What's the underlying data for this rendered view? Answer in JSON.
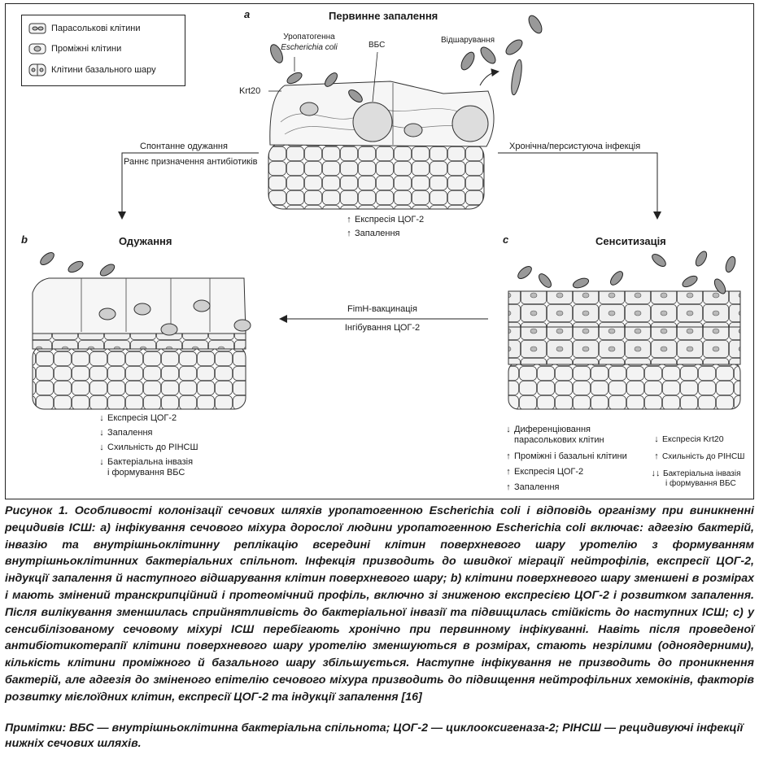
{
  "legend": {
    "items": [
      {
        "label": "Парасолькові клітини"
      },
      {
        "label": "Проміжні клітини"
      },
      {
        "label": "Клітини базального шару"
      }
    ]
  },
  "panel_a": {
    "letter": "a",
    "title": "Первинне запалення",
    "upec_line1": "Уропатогенна",
    "upec_line2": "Escherichia coli",
    "vbs": "ВБС",
    "krt20": "Krt20",
    "exfoliation": "Відшарування",
    "markers": [
      {
        "arrow": "↑",
        "text": "Експресія ЦОГ-2"
      },
      {
        "arrow": "↑",
        "text": "Запалення"
      }
    ]
  },
  "left_path": {
    "line1": "Спонтанне одужання",
    "line2": "Раннє призначення антибіотиків"
  },
  "right_path": {
    "line1": "Хронічна/персистуюча інфекція"
  },
  "panel_b": {
    "letter": "b",
    "title": "Одужання",
    "markers": [
      {
        "arrow": "↓",
        "text": "Експресія ЦОГ-2"
      },
      {
        "arrow": "↓",
        "text": "Запалення"
      },
      {
        "arrow": "↓",
        "text": "Схильність до РІНСШ"
      },
      {
        "arrow": "↓",
        "text": "Бактеріальна інвазія",
        "text2": "і формування ВБС"
      }
    ]
  },
  "panel_c": {
    "letter": "c",
    "title": "Сенситизація",
    "markers_left": [
      {
        "arrow": "↓",
        "text": "Диференціювання",
        "text2": "парасолькових клітин"
      },
      {
        "arrow": "↑",
        "text": "Проміжні і базальні клітини"
      },
      {
        "arrow": "↑",
        "text": "Експресія ЦОГ-2"
      },
      {
        "arrow": "↑",
        "text": "Запалення"
      }
    ],
    "markers_right": [
      {
        "arrow": "↓",
        "text": "Експресія Krt20"
      },
      {
        "arrow": "↑",
        "text": "Схильність до РІНСШ"
      },
      {
        "arrow": "↓↓",
        "text": "Бактеріальна інвазія",
        "text2": "і формування ВБС"
      }
    ]
  },
  "middle_arrow": {
    "line1": "FimH-вакцинація",
    "line2": "Інгібування ЦОГ-2"
  },
  "caption": {
    "text": "Рисунок 1. Особливості колонізації сечових шляхів уропатогенною Escherichia coli і відповідь організму при виникненні рецидивів ІСШ: a) інфікування сечового міхура дорослої людини уропатогенною Escherichia coli включає: адгезію бактерій, інвазію та внутрішньоклітинну реплікацію всередині клітин поверхневого шару уротелію з формуванням внутрішньоклітинних бактеріальних спільнот. Інфекція призводить до швидкої міграції нейтрофілів, експресії ЦОГ-2, індукції запалення й наступного відшарування клітин поверхневого шару; b) клітини поверхневого шару зменшені в розмірах і мають змінений транскрипційний і протеомічний профіль, включно зі зниженою експресією ЦОГ-2 і розвитком запалення. Після вилікування зменшилась сприйнятливість до бактеріальної інвазії та підвищилась стійкість до наступних ІСШ; c) у сенсибілізованому сечовому міхурі ІСШ перебігають хронічно при первинному інфікуванні. Навіть після проведеної антибіотикотерапії клітини поверхневого шару уротелію зменшуються в розмірах, стають незрілими (одноядерними), кількість клітини проміжного й базального шару збільшується. Наступне інфікування не призводить до проникнення бактерій, але адгезія до зміненого епітелію сечового міхура призводить до підвищення нейтрофільних хемокінів, факторів розвитку мієлоїдних клітин, експресії ЦОГ-2 та індукції запалення [16]"
  },
  "note": {
    "text": "Примітки: ВБС — внутрішньоклітинна бактеріальна спільнота; ЦОГ-2 — циклооксигеназа-2; РІНСШ — рецидивуючі інфекції нижніх сечових шляхів."
  }
}
